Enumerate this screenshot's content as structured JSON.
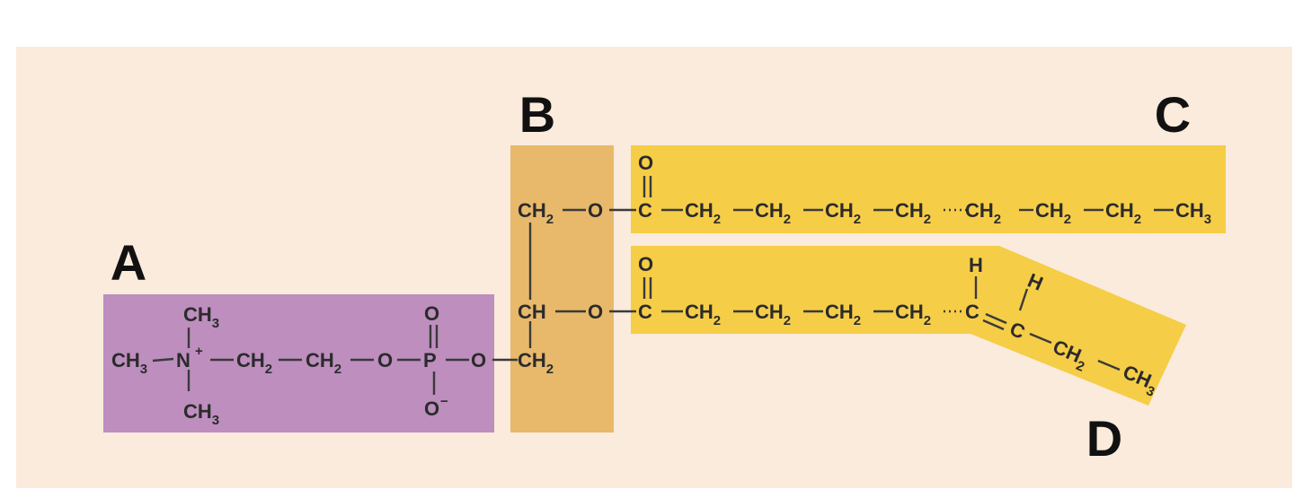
{
  "colors": {
    "panel": "#faebdc",
    "region_a": "#bd8ebe",
    "region_b": "#e8b96b",
    "region_cd": "#f5cd47",
    "text": "#2b2b2b"
  },
  "labels": {
    "a": "A",
    "b": "B",
    "c": "C",
    "d": "D"
  },
  "choline": {
    "methyl_top": "CH3",
    "methyl_left": "CH3",
    "methyl_bottom": "CH3",
    "nitrogen": "N",
    "charge": "+",
    "ch2_1": "CH2",
    "ch2_2": "CH2",
    "oxygen": "O"
  },
  "phosphate": {
    "phosphorus": "P",
    "oxygen_top": "O",
    "oxygen_bottom": "O",
    "charge": "−",
    "oxygen_bridge": "O"
  },
  "glycerol": {
    "top": "CH2",
    "middle": "CH",
    "bottom": "CH2"
  },
  "chain_c": {
    "ester_o": "O",
    "carbonyl_o": "O",
    "carbon": "C",
    "units": [
      "CH2",
      "CH2",
      "CH2",
      "CH2",
      "CH2",
      "CH2",
      "CH2"
    ],
    "end": "CH3"
  },
  "chain_d": {
    "ester_o": "O",
    "carbonyl_o": "O",
    "carbon": "C",
    "units": [
      "CH2",
      "CH2",
      "CH2",
      "CH2"
    ],
    "alkene_c1": "C",
    "alkene_h1": "H",
    "alkene_c2": "C",
    "alkene_h2": "H",
    "tail_ch2": "CH2",
    "end": "CH3"
  }
}
